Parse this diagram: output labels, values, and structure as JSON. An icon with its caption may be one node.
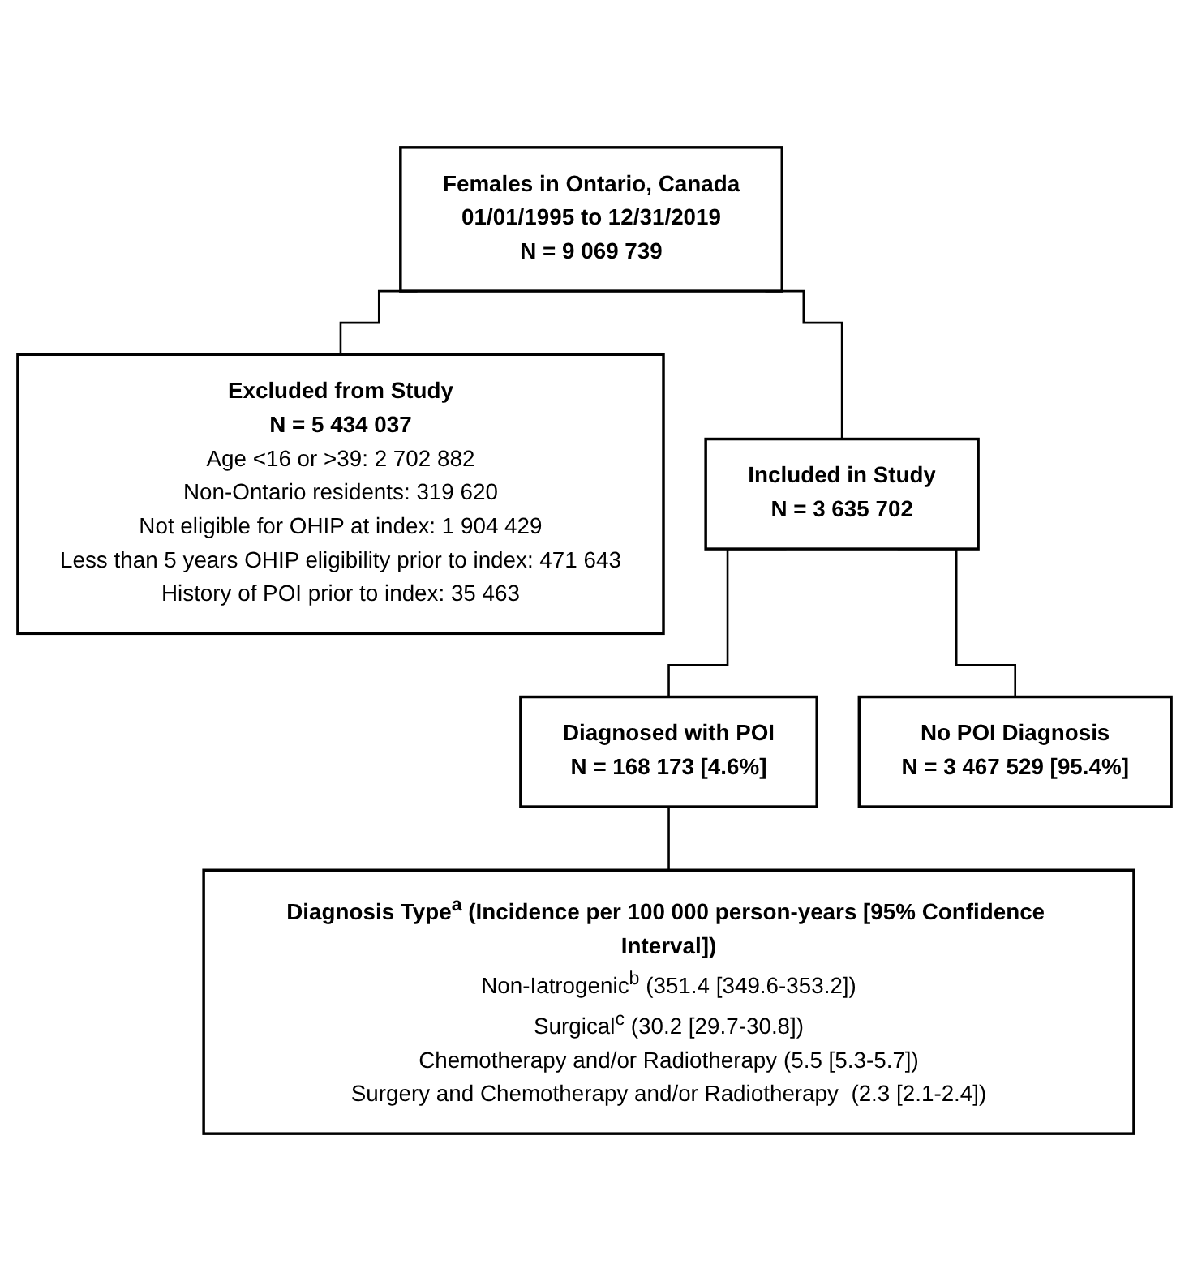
{
  "diagram": {
    "nodes": [
      {
        "text": [
          "Females in Ontario, Canada",
          "01/01/1995 to 12/31/2019",
          "N = 9 069 739"
        ]
      },
      {
        "text": [
          "Excluded from Study",
          "N = 5 434 037",
          "Age  <16 or >39: 2 702 882",
          "Non-Ontario residents: 319 620",
          "Not eligible for OHIP at index: 1 904 429",
          "Less than 5 years OHIP eligibility prior to index: 471 643",
          "History of POI prior to index: 35 463"
        ]
      },
      {
        "text": [
          "Included in Study",
          "N = 3 635 702"
        ]
      },
      {
        "text": [
          "Diagnosed with POI",
          "N = 168 173 [4.6%]"
        ]
      },
      {
        "text": [
          "No POI Diagnosis",
          "N = 3 467 529 [95.4%]"
        ]
      },
      {
        "text": [
          "Diagnosis Type$^{a}$ (Incidence per 100 000 person-years [95% Confidence Interval])",
          "Non-Iatrogenic$^{b}$ (351.4 [349.6-353.2])",
          "Surgical$^{c}$ (30.2 [29.7-30.8])",
          "Chemotherapy and/or Radiotherapy (5.5 [5.3-5.7])",
          "Surgery and Chemotherapy and/or Radiotherapy  (2.3 [2.1-2.4])"
        ]
      }
    ],
    "edges": [
      {
        "from": 0,
        "to": 1,
        "arrow": "none"
      },
      {
        "from": 0,
        "to": 2,
        "arrow": "none"
      },
      {
        "from": 2,
        "to": 3,
        "arrow": "none"
      },
      {
        "from": 2,
        "to": 4,
        "arrow": "none"
      },
      {
        "from": 3,
        "to": 5,
        "arrow": "none"
      }
    ]
  }
}
